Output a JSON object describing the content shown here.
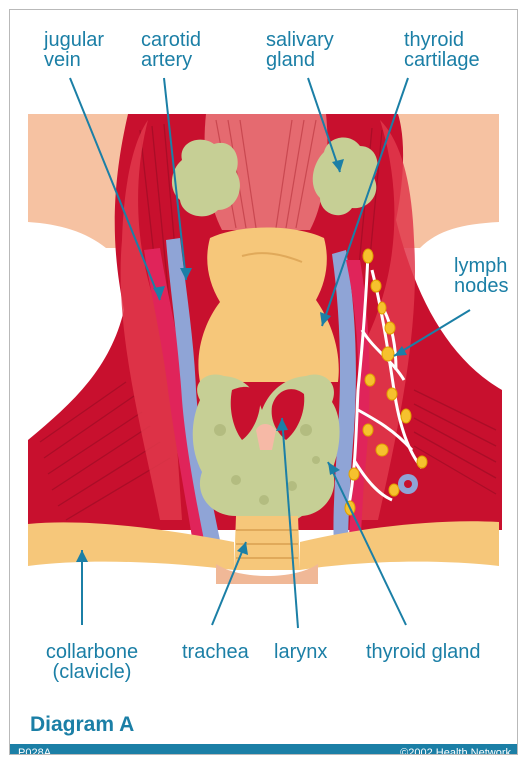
{
  "labels": {
    "jugular_vein": "jugular\nvein",
    "carotid_artery": "carotid\nartery",
    "salivary_gland": "salivary\ngland",
    "thyroid_cartilage": "thyroid\ncartilage",
    "lymph_nodes": "lymph\nnodes",
    "collarbone": "collarbone\n(clavicle)",
    "trachea": "trachea",
    "larynx": "larynx",
    "thyroid_gland": "thyroid gland"
  },
  "caption": "Diagram A",
  "footer": {
    "code": "P028A",
    "copyright": "©2002 Health Network"
  },
  "colors": {
    "label_text": "#1b7fa6",
    "footer_bar": "#1b7fa6",
    "muscle": "#c8102e",
    "vein": "#8fa4d6",
    "gland": "#c6cf95",
    "cartilage": "#f6c77a",
    "skin": "#f6c2a2"
  }
}
